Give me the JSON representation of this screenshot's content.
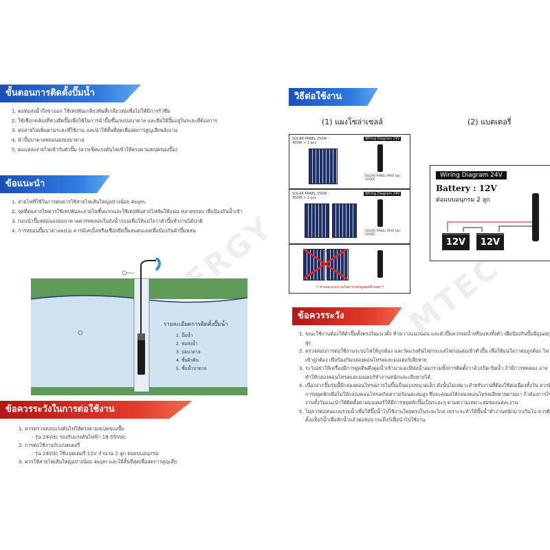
{
  "left": {
    "install": {
      "title": "ขั้นตอนการติดตั้งปั๊มน้ำ",
      "items": [
        "ต่อท่อส่งน้ำถึงขาออก ใช้เทปพันเกลียวพันที่เกลียวท่อเพื่อไม่ให้มีการรั่วซึม",
        "ใช้เชือกคล้องที่ห่วงยึดปั๊มเพื่อใช้ในการนำปั๊มขึ้น/ลงบ่อบาดาล และยึดให้ปั๊มอยู่ในระยะที่ต้องการ",
        "ต่อสายไฟเพิ่มตามระยะที่ใช้งาน และนำให้สั้นที่สุดเพื่อลดการสูญเสียพลังงาน",
        "นำปั๊มบาดาลหย่อนลงบ่อบาดาล",
        "ต่อแหล่งจ่ายไฟเข้ากับตัวปั๊ม (ควรเช็คแรงดันไฟเข้าให้ตรงตามสเปคของปั๊ม)"
      ]
    },
    "advice": {
      "title": "ข้อแนะนำ",
      "items": [
        "สายไฟที่ใช้ในการต่อควรใช้สายไฟเส้นใหญ่อย่างน้อย 4sqm.",
        "จุดที่ต่อสายไฟควรใช้เทปพันละลายในชั้นแรกและใช้เทปพันสายไฟพันให้แน่น หลายๆรอบ เพื่อป้องกันน้ำเข้า",
        "ก่อนนำปั๊มหย่อนลงบ่อบาดาลควรทดลอบในถังน้ำก่อนเพื่อให้แน่ใจว่าตัวปั๊มทำงานได้ปกติ",
        "การหย่อนปั๊มบาดาลลงบ่อ ควรมีเคเบิ้ลหรือเชือกยึดปั๊มสแตนเลสเพื่อป้องกันตัวปั๊มหล่น"
      ]
    },
    "diagram": {
      "caption": "รายละเอียดการติดตั้งปั๊มน้ำ",
      "parts": [
        "ปั๊มน้ำ",
        "ท่อส่งน้ำ",
        "บ่อบาดาล",
        "ชั้นผิวดิน",
        "ชั้นน้ำบาดาล"
      ],
      "markers": [
        "1",
        "2",
        "3",
        "4",
        "5"
      ]
    },
    "caution": {
      "title": "ข้อควรระวังในการต่อใช้งาน",
      "items": [
        {
          "text": "ควรตรวจสอบแรงดันไฟให้ตรงตามสเปคของปั๊ม",
          "sub": "- รุ่น 24Vdc รองรับแรงดันไฟฟ้า 18-55Vdc"
        },
        {
          "text": "การต่อใช้งานกับแบตเตอรี่",
          "sub": "- รุ่น 24Vdc ใช้แบตเตอรี่ 12V จำนวน 2 ลูก ต่อแบบอนุกรม"
        },
        {
          "text": "ควรใช้สายไฟเส้นใหญ่อย่างน้อย 4sqm และให้สั้นที่สุดเพื่อลดการสูญเสีย",
          "sub": ""
        }
      ]
    },
    "watermark": "MTEC ENERGY"
  },
  "right": {
    "usage": {
      "title": "วิธีต่อใช้งาน",
      "option1": "(1) แผงโซล่าเซลล์",
      "option2": "(2) แบตเตอรี่"
    },
    "solar_diagrams": [
      {
        "spec": "SOLAR PANEL 250W - 400W > 1 pcs",
        "wd": "Wiring Diagram 24V",
        "max": "SOLAR PANEL MAX Voc. 50VDC"
      },
      {
        "spec": "SOLAR PANEL 250W - 300W > 2 pcs",
        "wd": "Wiring Diagram 24V",
        "max": "SOLAR PANEL MAX Voc. 50VDC"
      }
    ],
    "solar_note": "** ห้ามต่อแผงขนานเกินค่าแรงดันสูงสุดที่กำหนด **",
    "battery": {
      "wd": "Wiring Diagram 24V",
      "label": "Battery : 12V",
      "connect": "ต่อแบบอนุกรม 2 ลูก",
      "units": [
        "12V",
        "12V"
      ]
    },
    "caution": {
      "title": "ข้อควรระวัง",
      "items": [
        "ขณะใช้งานต้องให้ตัวปั๊มตั้งตรงในแนวตั้ง ห้ามวางแนวนอน และตัวปั๊มควรจมน้ำหรือแทงทั้งตัว เพื่อป้องกันปั๊มมีอุณหภูมิสูง",
        "ตรวจสอบการต่อใช้งานระบบไฟให้ถูกต้อง และวัดแรงดันไฟ/กระแสไฟก่อนต่อเข้าตัวปั๊ม เพื่อให้แน่ใจว่าต่อถูกต้อง ไฟเข้าถูกต้อง เพื่อป้องกันกล่องคอนโทรลและมอเตอร์เสียหาย",
        "ระวังอย่าให้เครื่องมีการดูดดินดึงดูดน้ำเข้ามาและมีท่อน้ำออกรวมทั้งการติดตั้งวาล์ว/เปิด-ปิดน้ำ ถ้ามีการทดลอง อาจทำให้กล่องคอนโทรลและมอเตอร์ทำงานหนักและเสียหายได้",
        "เนื่องจากปั๊มรุ่นนี้มีกล่องคอนโทรลภายในปั๊มเป็นแบบขนาดเล็ก ดังนั้นไม่เหมาะสำหรับงานที่ต้องใช้ต่อเนื่องทั้งวัน ควรมีการหยุดพักเพื่อไม่ให้กล่องคอนโทรลเกิดความร้อนสะสมสูง ซึ่งจะส่งผลให้กล่องคอนโทรลเสียหายตามมา ถ้าต้องการใช้งานทั้งวันแนะนำให้ติดตั้งตามมอเตอร์ให้มีการหยุดพักปั๊มเป็นระยะๆ ตามความเหมาะสมของแต่ละงาน",
        "ไม่ควรต่อหนแบบรวมน้ำเพื่อให้ปั๊มน้ำไปใช้งานโดยตรงในระยะไกล เพราะจะทำให้ปั๊มน้ำทำงานหนักมากเกินไป ควรติดตั้งแท็งก์น้ำเพื่อพักน้ำแล้วต่อท่อจากแท็งก์เพื่อนำไปใช้งาน"
      ]
    },
    "watermark": "MTEC ENERGY"
  }
}
